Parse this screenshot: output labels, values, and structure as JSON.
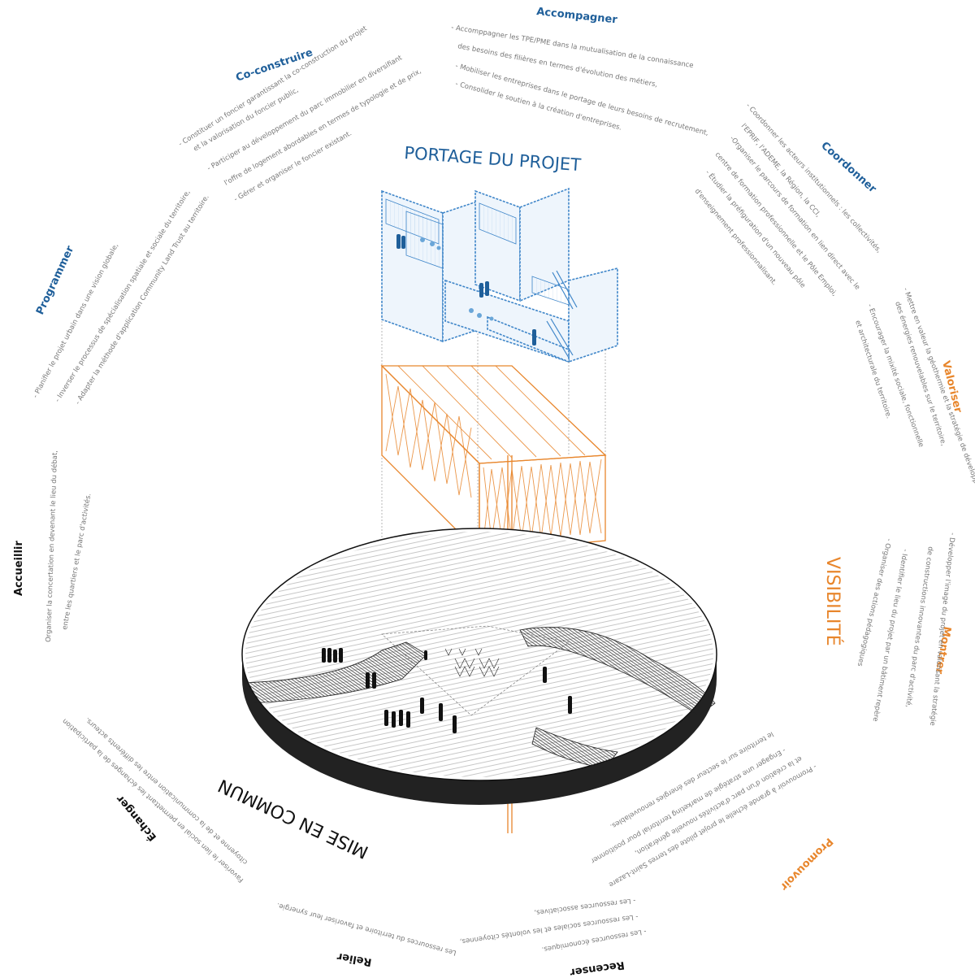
{
  "titles": {
    "portage": "PORTAGE DU PROJET",
    "visibilite": "VISIBILITÉ",
    "mise_en_commun": "MISE EN COMMUN"
  },
  "sections": {
    "accompagner": {
      "heading": "Accompagner",
      "lines": [
        "- Accomppagner les TPE/PME dans la mutualisation de la connaissance",
        "des besoins des filières en termes d'évolution des métiers,",
        "- Mobiliser les entreprises dans le portage de leurs besoins de recrutement,",
        "- Consolider le soutien à la création d'entreprises."
      ]
    },
    "coconstruire": {
      "heading": "Co-construire",
      "lines": [
        "- Constituer un foncier garantissant la co-construction du projet",
        "et la valorisation du foncier public,",
        "- Participer au développement du parc immobilier en diversifiant",
        "l'offre de logement abordables en termes de typologie et de prix,",
        "- Gérer et organiser le foncier existant."
      ]
    },
    "coordonner": {
      "heading": "Coordonner",
      "lines": [
        "- Coordonner les acteurs institutionnels : les collectivités,",
        "l'EPRIF, l'ADEME, la Région, la CCI,",
        "-Organiser le parcours de formation en lien direct avec le",
        "centre de formation professionnelle et le Pôle Emploi,",
        "- Étudier la préfiguration d'un nouveau pôle",
        "d'enseignement professionnalisant."
      ]
    },
    "programmer": {
      "heading": "Programmer",
      "lines": [
        "- Planifier le projet urbain dans une vision globale,",
        "- Inverser le processus de spécialisation spatiale et sociale du territoire,",
        "- Adapter la méthode d'application Community Land Trust au territoire."
      ]
    },
    "valoriser": {
      "heading": "Valoriser",
      "lines": [
        "- Mettre en valeur la géothermie et la stratégie de développement",
        "des énergies renouvelables sur le territoire,",
        "- Encourager la mixité sociale, fonctionnelle",
        "et architecturale du territoire."
      ]
    },
    "accueillir": {
      "heading": "Accueillir",
      "lines": [
        "Organiser la concertation en devenant le lieu du débat,",
        "entre les quartiers et le parc d'activités."
      ]
    },
    "montrer": {
      "heading": "Montrer",
      "lines": [
        "- Développer l'image du projet en valorisant la stratégie",
        "de constructions innovantes du parc d'activité,",
        "- Identifier le lieu du projet par un bâtiment repère",
        "- Organiser des actions pédagogiques"
      ]
    },
    "echanger": {
      "heading": "Échanger",
      "lines": [
        "Favoriser le lien social en permettant les échanges de la participation",
        "citoyenne et de la communication entre les différents acteurs."
      ]
    },
    "promouvoir": {
      "heading": "Promouvoir",
      "lines": [
        "- Promouvoir à grande échelle le projet pilote des terres Saint-Lazare",
        "et la création d'un parc d'activités nouvelle génération,",
        "- Engager une stratégie de marketing territorial pour positionner",
        "le territoire sur le secteur des énergies renouvelables."
      ]
    },
    "recenser": {
      "heading": "Recenser",
      "lines": [
        "- Les ressources associatives,",
        "- Les ressources sociales et les volontés citoyennes,",
        "- Les ressources économiques."
      ]
    },
    "relier": {
      "heading": "Relier",
      "lines": [
        "Les ressources du territoire et favoriser leur synergie."
      ]
    }
  },
  "colors": {
    "blue": "#1f5f9a",
    "light_blue": "#6aa6d8",
    "orange": "#e8862c",
    "black": "#111111",
    "grey_text": "#777777"
  }
}
